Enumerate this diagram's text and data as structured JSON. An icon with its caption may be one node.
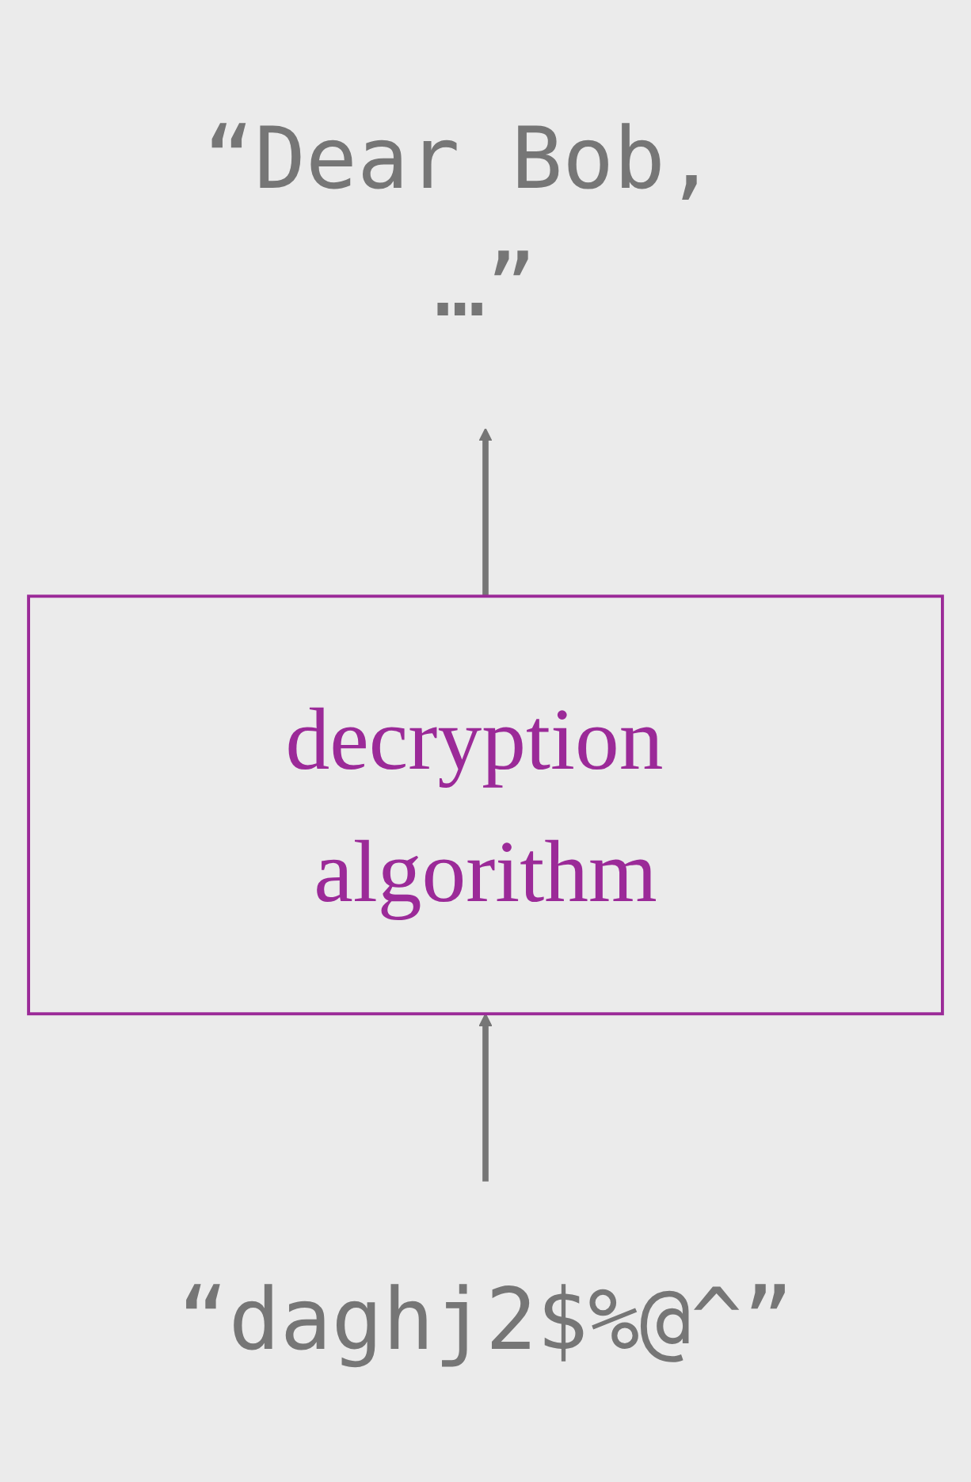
{
  "diagram": {
    "nodes": [
      {
        "text": [
          "“Dear Bob, …”"
        ]
      },
      {
        "text": [
          "decryption algorithm"
        ]
      },
      {
        "text": [
          "“daghj2$%@^”"
        ]
      }
    ],
    "edges": [
      {
        "from": 2,
        "to": 1,
        "arrow": "to"
      },
      {
        "from": 1,
        "to": 0,
        "arrow": "to"
      }
    ]
  }
}
